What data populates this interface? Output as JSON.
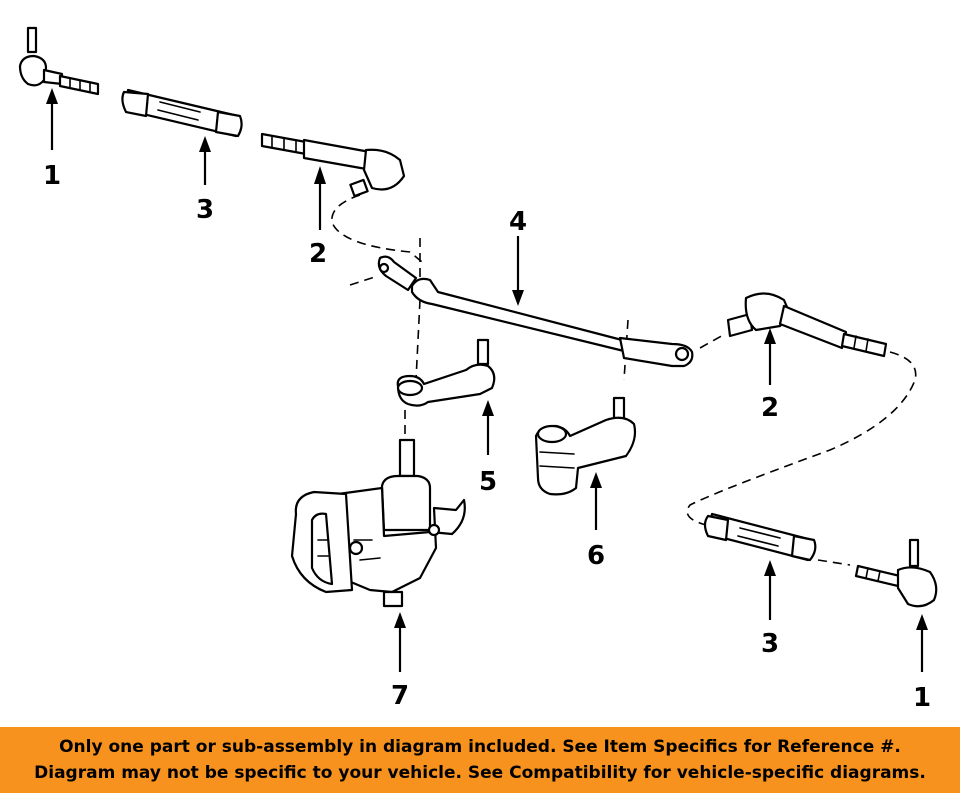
{
  "callouts": {
    "c1_left": "1",
    "c3_left": "3",
    "c2_left": "2",
    "c4": "4",
    "c2_right": "2",
    "c5": "5",
    "c6": "6",
    "c3_right": "3",
    "c7": "7",
    "c1_right": "1"
  },
  "banner": {
    "line1": "Only one part or sub-assembly in diagram included. See Item Specifics for Reference #.",
    "line2": "Diagram may not be specific to your vehicle. See Compatibility for vehicle-specific diagrams."
  },
  "colors": {
    "banner_bg": "#f7921e",
    "line": "#000000",
    "background": "#ffffff"
  }
}
